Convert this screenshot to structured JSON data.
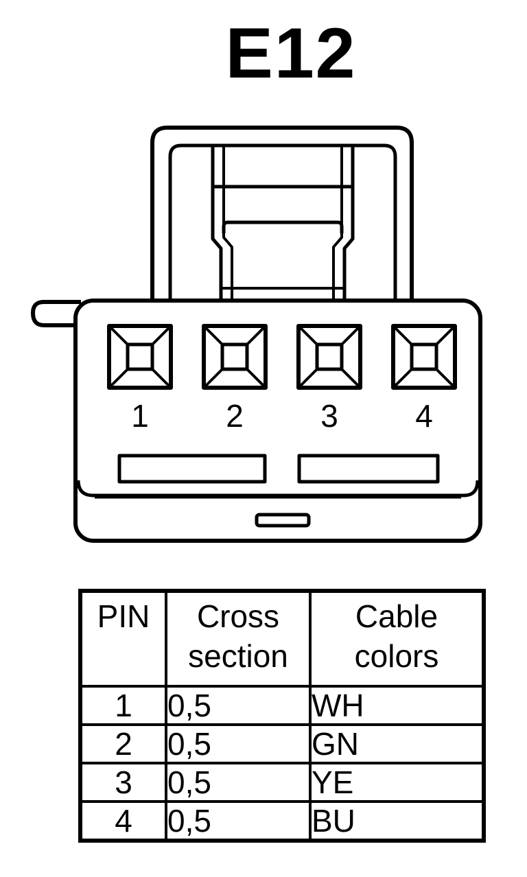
{
  "title": "E12",
  "connector": {
    "pins": [
      {
        "label": "1"
      },
      {
        "label": "2"
      },
      {
        "label": "3"
      },
      {
        "label": "4"
      }
    ],
    "line_color": "#000000",
    "fill_color": "#ffffff"
  },
  "table": {
    "headers": {
      "pin": "PIN",
      "cross_section": [
        "Cross",
        "section"
      ],
      "cable_colors": [
        "Cable",
        "colors"
      ]
    },
    "rows": [
      {
        "pin": "1",
        "cross_section": "0,5",
        "color": "WH"
      },
      {
        "pin": "2",
        "cross_section": "0,5",
        "color": "GN"
      },
      {
        "pin": "3",
        "cross_section": "0,5",
        "color": "YE"
      },
      {
        "pin": "4",
        "cross_section": "0,5",
        "color": "BU"
      }
    ]
  }
}
